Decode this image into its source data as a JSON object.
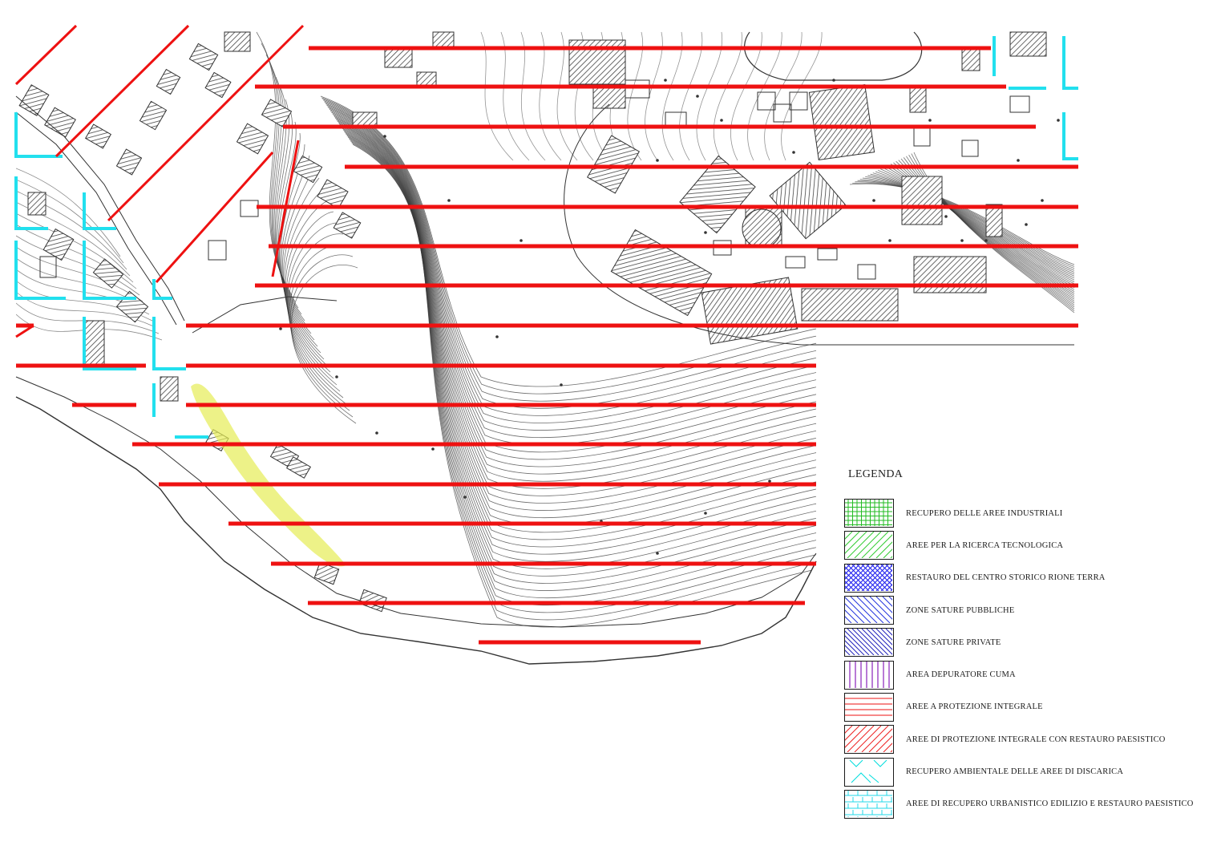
{
  "legend": {
    "title": "LEGENDA",
    "items": [
      {
        "key": "industrial",
        "label": "RECUPERO DELLE AREE INDUSTRIALI",
        "color": "#22bb22",
        "pattern": "grid"
      },
      {
        "key": "research",
        "label": "AREE PER LA RICERCA TECNOLOGICA",
        "color": "#33cc33",
        "pattern": "diagonal"
      },
      {
        "key": "historic",
        "label": "RESTAURO DEL CENTRO STORICO RIONE TERRA",
        "color": "#1a1aee",
        "pattern": "crosshatch"
      },
      {
        "key": "public",
        "label": "ZONE SATURE PUBBLICHE",
        "color": "#2233dd",
        "pattern": "back-diagonal"
      },
      {
        "key": "private",
        "label": "ZONE SATURE PRIVATE",
        "color": "#2222bb",
        "pattern": "back-diagonal-dense"
      },
      {
        "key": "depuratore",
        "label": "AREA DEPURATORE CUMA",
        "color": "#8822bb",
        "pattern": "vertical"
      },
      {
        "key": "integral",
        "label": "AREE A PROTEZIONE INTEGRALE",
        "color": "#ee1111",
        "pattern": "horizontal"
      },
      {
        "key": "integral-landscape",
        "label": "AREE DI PROTEZIONE INTEGRALE CON RESTAURO PAESISTICO",
        "color": "#ee2222",
        "pattern": "diagonal"
      },
      {
        "key": "landfill",
        "label": "RECUPERO AMBIENTALE DELLE AREE DI DISCARICA",
        "color": "#00dddd",
        "pattern": "zigzag"
      },
      {
        "key": "urban",
        "label": "AREE DI RECUPERO URBANISTICO EDILIZIO E RESTAURO PAESISTICO",
        "color": "#22d8e8",
        "pattern": "brick"
      }
    ]
  },
  "map": {
    "line_color": "#333333",
    "protection_color": "#ee1111",
    "landscape_color": "#ee1111",
    "urban_color": "#22e0ee",
    "highlight_color": "#e6ec55"
  }
}
